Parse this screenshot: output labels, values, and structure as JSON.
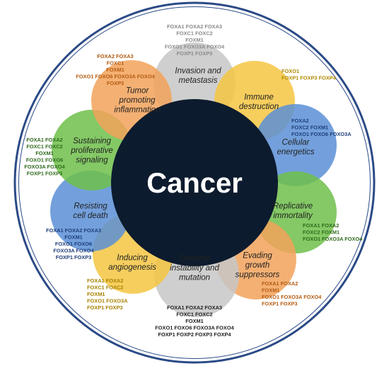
{
  "center_label": "Cancer",
  "hallmarks": [
    {
      "id": "invasion",
      "label_lines": [
        "Invasion and",
        "metastasis"
      ],
      "color": "#c7c7c7",
      "gene_color": "#8a8a8a",
      "genes": [
        "FOXA1 FOXA2 FOXA3",
        "FOXC1 FOXC2",
        "FOXM1",
        "FOXO1 FOXO3A FOXO4",
        "FOXP1 FOXP3"
      ]
    },
    {
      "id": "immune",
      "label_lines": [
        "Immune",
        "destruction"
      ],
      "color": "#f5c542",
      "gene_color": "#b08a00",
      "genes": [
        "FOXO1",
        "FOXP1 FOXP3 FOXP4"
      ]
    },
    {
      "id": "energetics",
      "label_lines": [
        "Cellular",
        "energetics"
      ],
      "color": "#5b8fd6",
      "gene_color": "#1f3f7a",
      "genes": [
        "FOXA2",
        "FOXC2 FOXM1",
        "FOXO1 FOXO6 FOXO3A"
      ]
    },
    {
      "id": "immortality",
      "label_lines": [
        "Replicative",
        "immortality"
      ],
      "color": "#6fbf4a",
      "gene_color": "#2e6b1c",
      "genes": [
        "FOXA1 FOXA2",
        "FOXC2 FOXM1",
        "FOXO1 FOXO3A FOXO4"
      ]
    },
    {
      "id": "growth",
      "label_lines": [
        "Evading",
        "growth",
        "suppressors"
      ],
      "color": "#f2a25a",
      "gene_color": "#b35a10",
      "genes": [
        "FOXA1 FOXA2",
        "FOXM1",
        "FOXO1 FOXO3A FOXO4",
        "FOXP1 FOXP3"
      ]
    },
    {
      "id": "genome",
      "label_lines": [
        "Genome",
        "instability and",
        "mutation"
      ],
      "color": "#c7c7c7",
      "gene_color": "#222222",
      "genes": [
        "FOXA1 FOXA2 FOXA3",
        "FOXC1 FOXC2",
        "FOXM1",
        "FOXO1 FOXO6 FOXO3A FOXO4",
        "FOXP1 FOXP2 FOXP3 FOXP4"
      ]
    },
    {
      "id": "angiogenesis",
      "label_lines": [
        "Inducing",
        "angiogenesis"
      ],
      "color": "#f5c542",
      "gene_color": "#a88200",
      "genes": [
        "FOXA1 FOXA2",
        "FOXC1 FOXC2",
        "FOXM1",
        "FOXO1 FOXO3A",
        "FOXP1 FOXP3"
      ]
    },
    {
      "id": "cell-death",
      "label_lines": [
        "Resisting",
        "cell death"
      ],
      "color": "#5b8fd6",
      "gene_color": "#1f3f7a",
      "genes": [
        "FOXA1 FOXA2 FOXA3",
        "FOXM1",
        "FOXO1 FOXO6",
        "FOXO3A FOXO4",
        "FOXP1 FOXP3"
      ]
    },
    {
      "id": "proliferative",
      "label_lines": [
        "Sustaining",
        "proliferative",
        "signaling"
      ],
      "color": "#6fbf4a",
      "gene_color": "#2e6b1c",
      "genes": [
        "FOXA1 FOXA2",
        "FOXC1 FOXC2",
        "FOXM1",
        "FOXO1 FOXO6",
        "FOXO3A FOXO4",
        "FOXP1 FOXP3"
      ]
    },
    {
      "id": "inflammation",
      "label_lines": [
        "Tumor",
        "promoting",
        "inflammation"
      ],
      "color": "#f2a25a",
      "gene_color": "#b35a10",
      "genes": [
        "FOXA2 FOXA3",
        "FOXC1",
        "FOXM1",
        "FOXO1 FOXO6 FOXO3A FOXO4",
        "FOXP3"
      ]
    }
  ]
}
